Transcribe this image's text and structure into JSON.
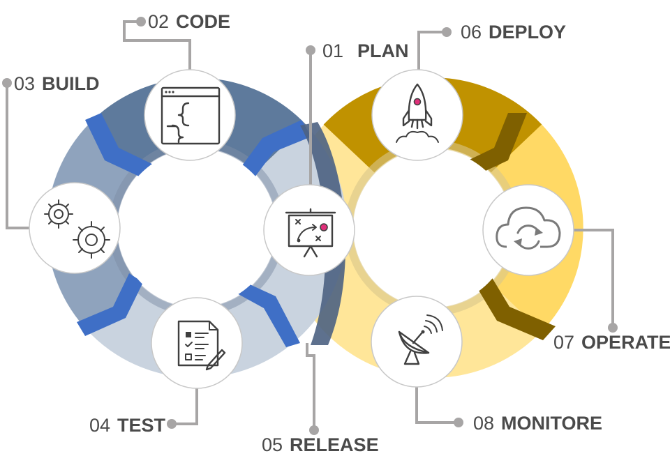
{
  "diagram": {
    "type": "devops-infinity-cycle",
    "stages": [
      {
        "number": "01",
        "name": "PLAN",
        "icon": "whiteboard-strategy-icon"
      },
      {
        "number": "02",
        "name": "CODE",
        "icon": "code-window-icon"
      },
      {
        "number": "03",
        "name": "BUILD",
        "icon": "gears-icon"
      },
      {
        "number": "04",
        "name": "TEST",
        "icon": "checklist-pencil-icon"
      },
      {
        "number": "05",
        "name": "RELEASE",
        "icon": ""
      },
      {
        "number": "06",
        "name": "DEPLOY",
        "icon": "rocket-icon"
      },
      {
        "number": "07",
        "name": "OPERATE",
        "icon": "cloud-sync-icon"
      },
      {
        "number": "08",
        "name": "MONITORE",
        "icon": "satellite-dish-icon"
      }
    ],
    "colors": {
      "left_loop_dark": "#5e7a9c",
      "left_loop_mid": "#8fa3bd",
      "left_loop_light": "#c9d3df",
      "left_chevron": "#3f6fc6",
      "right_loop_dark": "#c09200",
      "right_loop_mid": "#ffd965",
      "right_loop_light": "#ffe699",
      "right_chevron": "#7f6000",
      "connector": "#a7a5a5",
      "text": "#4a4a4a",
      "accent_dot": "#e0307a"
    }
  }
}
